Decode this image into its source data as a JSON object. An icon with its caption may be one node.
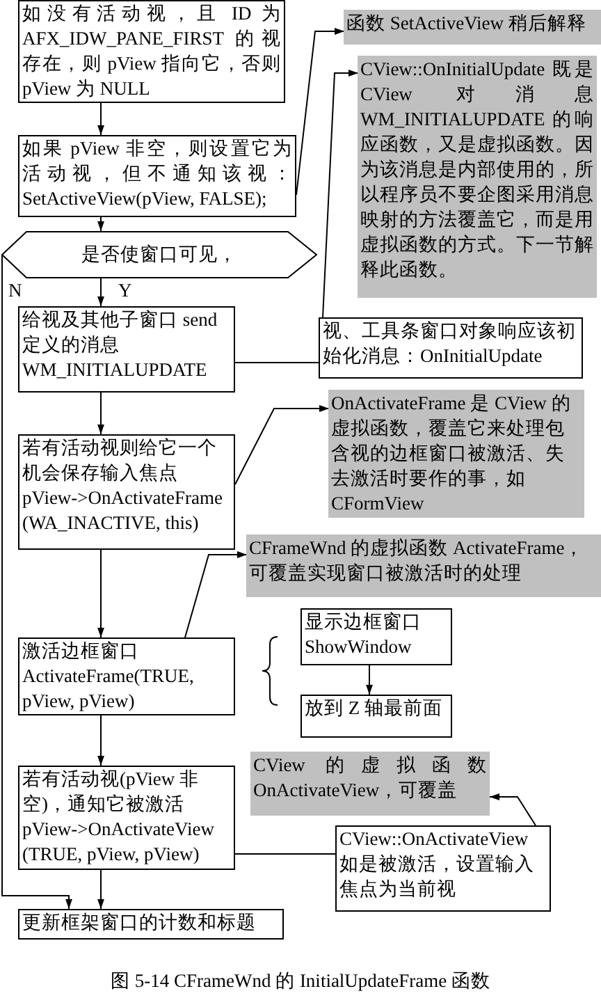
{
  "diagram": {
    "caption": "图 5-14 CFrameWnd 的 InitialUpdateFrame 函数",
    "nodes": [
      {
        "text": [
          "如没有活动视，且 ID 为 AFX_IDW_PANE_FIRST 的视存在，则 pView 指向它，否则 pView 为 NULL"
        ]
      },
      {
        "text": [
          "函数 SetActiveView 稍后解释"
        ]
      },
      {
        "text": [
          "CView::OnInitialUpdate 既是 CView 对消息 WM_INITIALUPDATE 的响应函数，又是虚拟函数。因为该消息是内部使用的，所以程序员不要企图采用消息映射的方法覆盖它，而是用虚拟函数的方式。下一节解释此函数。"
        ]
      },
      {
        "text": [
          "如果 pView 非空，则设置它为活动视，但不通知该视：SetActiveView(pView, FALSE);"
        ]
      },
      {
        "text": [
          "是否使窗口可见，"
        ]
      },
      {
        "text": [
          "给视及其他子窗口 send 定义的消息 WM_INITIALUPDATE"
        ]
      },
      {
        "text": [
          "视、工具条窗口对象响应该初始化消息：OnInitialUpdate"
        ]
      },
      {
        "text": [
          "OnActivateFrame 是 CView 的虚拟函数，覆盖它来处理包含视的边框窗口被激活、失去激活时要作的事，如 CFormView"
        ]
      },
      {
        "text": [
          "若有活动视则给它一个机会保存输入焦点 pView->OnActivateFrame (WA_INACTIVE, this)"
        ]
      },
      {
        "text": [
          "CFrameWnd 的虚拟函数 ActivateFrame，可覆盖实现窗口被激活时的处理"
        ]
      },
      {
        "text": [
          "显示边框窗口 ShowWindow"
        ]
      },
      {
        "text": [
          "激活边框窗口 ActivateFrame(TRUE, pView, pView)"
        ]
      },
      {
        "text": [
          "放到 Z 轴最前面"
        ]
      },
      {
        "text": [
          "CView 的虚拟函数 OnActivateView，可覆盖"
        ]
      },
      {
        "text": [
          "若有活动视(pView 非空)，通知它被激活 pView->OnActivateView (TRUE, pView, pView)"
        ]
      },
      {
        "text": [
          "CView::OnActivateView 如是被激活，设置输入焦点为当前视"
        ]
      },
      {
        "text": [
          "更新框架窗口的计数和标题"
        ]
      }
    ],
    "edges": [
      {
        "from": 0,
        "to": 3,
        "arrow": "to"
      },
      {
        "from": 3,
        "to": 1,
        "arrow": "to"
      },
      {
        "from": 3,
        "to": 4,
        "arrow": "to"
      },
      {
        "from": 4,
        "to": 5,
        "arrow": "to",
        "label": "Y"
      },
      {
        "from": 4,
        "to": 16,
        "arrow": "to",
        "label": "N"
      },
      {
        "from": 5,
        "to": 6,
        "arrow": "none"
      },
      {
        "from": 6,
        "to": 2,
        "arrow": "to"
      },
      {
        "from": 5,
        "to": 8,
        "arrow": "to"
      },
      {
        "from": 8,
        "to": 7,
        "arrow": "to"
      },
      {
        "from": 8,
        "to": 11,
        "arrow": "to"
      },
      {
        "from": 11,
        "to": 9,
        "arrow": "to"
      },
      {
        "from": 10,
        "to": 12,
        "arrow": "to"
      },
      {
        "from": 11,
        "to": 14,
        "arrow": "to"
      },
      {
        "from": 14,
        "to": 15,
        "arrow": "none"
      },
      {
        "from": 15,
        "to": 13,
        "arrow": "to"
      },
      {
        "from": 14,
        "to": 16,
        "arrow": "to"
      }
    ]
  }
}
